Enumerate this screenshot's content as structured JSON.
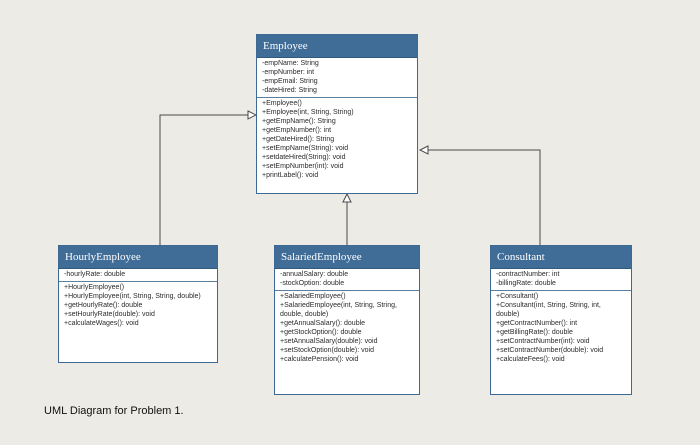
{
  "caption": "UML Diagram for Problem 1.",
  "colors": {
    "header": "#3f6d98",
    "border": "#3d6a93",
    "line": "#4a4a4a",
    "background": "#ecebe6"
  },
  "classes": {
    "employee": {
      "name": "Employee",
      "fields": [
        "-empName: String",
        "-empNumber: int",
        "-empEmail: String",
        "-dateHired: String"
      ],
      "methods": [
        "+Employee()",
        "+Employee(int, String, String)",
        "+getEmpName(): String",
        "+getEmpNumber(): int",
        "+getDateHired(): String",
        "+setEmpName(String): void",
        "+setdateHired(String): void",
        "+setEmpNumber(int): void",
        "+printLabel(): void"
      ]
    },
    "hourly": {
      "name": "HourlyEmployee",
      "fields": [
        "-hourlyRate: double"
      ],
      "methods": [
        "+HourlyEmployee()",
        "+HourlyEmployee(int, String, String, double)",
        "+getHourlyRate(): double",
        "+setHourlyRate(double): void",
        "+calculateWages(): void"
      ]
    },
    "salaried": {
      "name": "SalariedEmployee",
      "fields": [
        "-annualSalary: double",
        "-stockOption: double"
      ],
      "methods": [
        "+SalariedEmployee()",
        "+SalariedEmployee(int, String, String, double, double)",
        "+getAnnualSalary(): double",
        "+getStockOption(): double",
        "+setAnnualSalary(double): void",
        "+setStockOption(double): void",
        "+calculatePension(): void"
      ]
    },
    "consultant": {
      "name": "Consultant",
      "fields": [
        "-contractNumber: int",
        "-billingRate: double"
      ],
      "methods": [
        "+Consultant()",
        "+Consultant(int, String, String, int, double)",
        "+getContractNumber(): int",
        "+getBillingRate(): double",
        "+setContractNumber(int): void",
        "+setContractNumber(double): void",
        "+calculateFees(): void"
      ]
    }
  }
}
